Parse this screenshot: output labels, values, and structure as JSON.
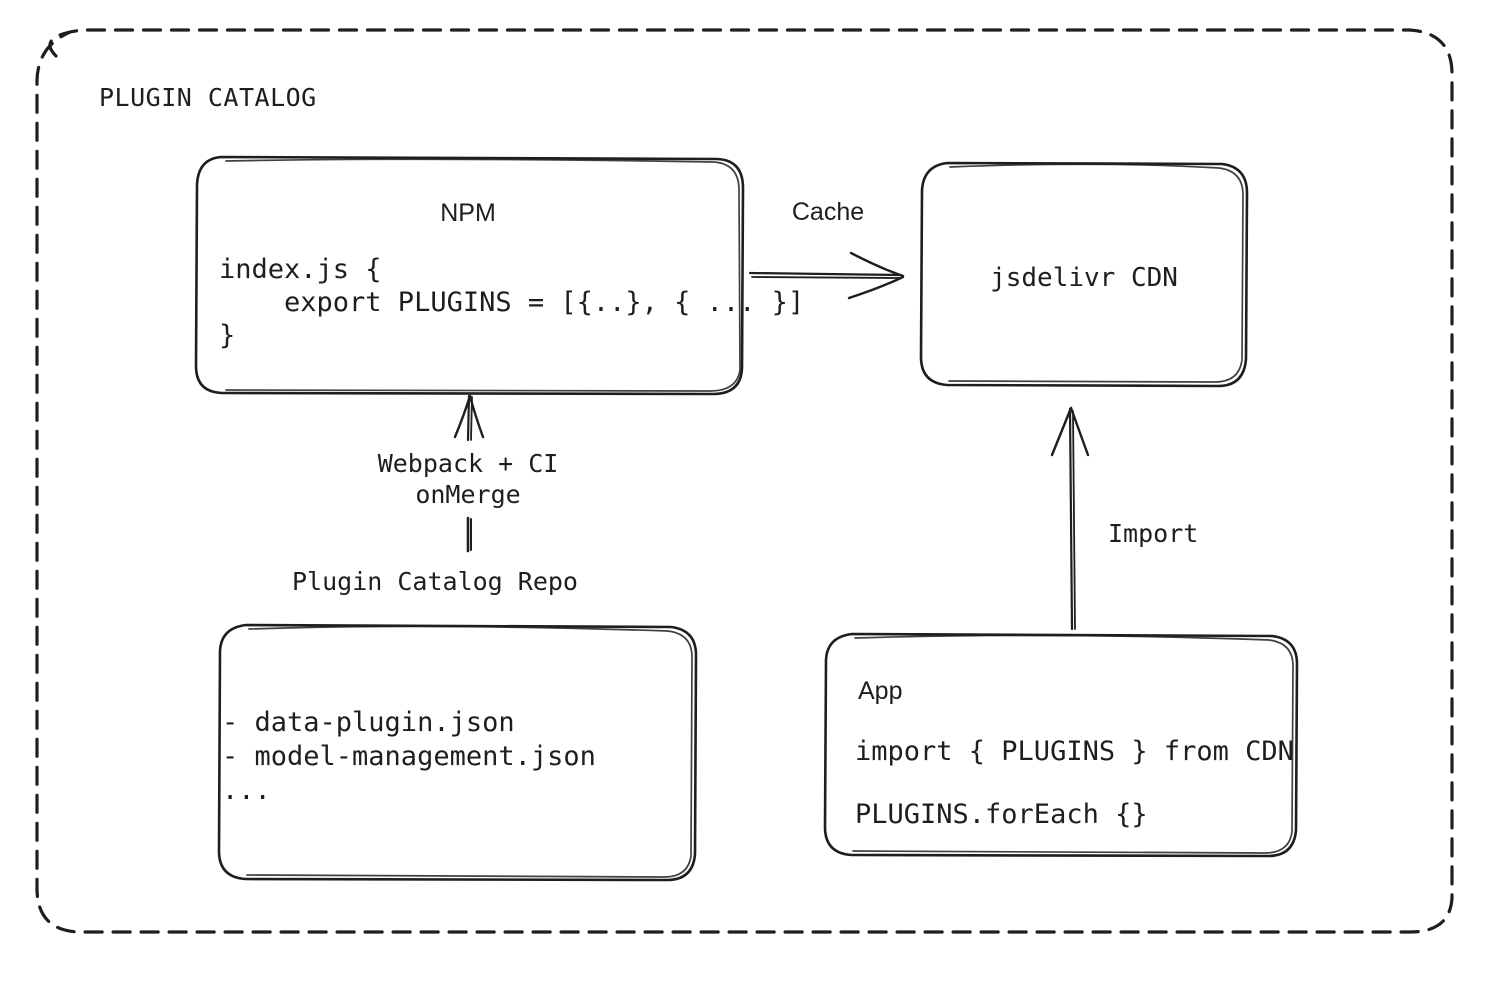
{
  "diagram": {
    "title": "PLUGIN CATALOG",
    "background": "#ffffff",
    "stroke": "#1e1e1e",
    "style": "hand-drawn dashed container with rounded rectangle nodes"
  },
  "nodes": {
    "npm": {
      "title": "NPM",
      "code_line_1": "index.js {",
      "code_line_2": "    export PLUGINS = [{..}, { ... }]",
      "code_line_3": "}"
    },
    "cdn": {
      "title": "jsdelivr CDN"
    },
    "repo": {
      "caption": "Plugin Catalog Repo",
      "line_1": "- data-plugin.json",
      "line_2": "- model-management.json",
      "line_3": "..."
    },
    "app": {
      "title": "App",
      "code_line_1": "import { PLUGINS } from CDN",
      "code_line_2": "PLUGINS.forEach {}"
    }
  },
  "edges": {
    "npm_to_cdn": {
      "label": "Cache"
    },
    "repo_to_npm": {
      "label_line_1": "Webpack + CI",
      "label_line_2": "onMerge"
    },
    "app_to_cdn": {
      "label": "Import"
    }
  }
}
